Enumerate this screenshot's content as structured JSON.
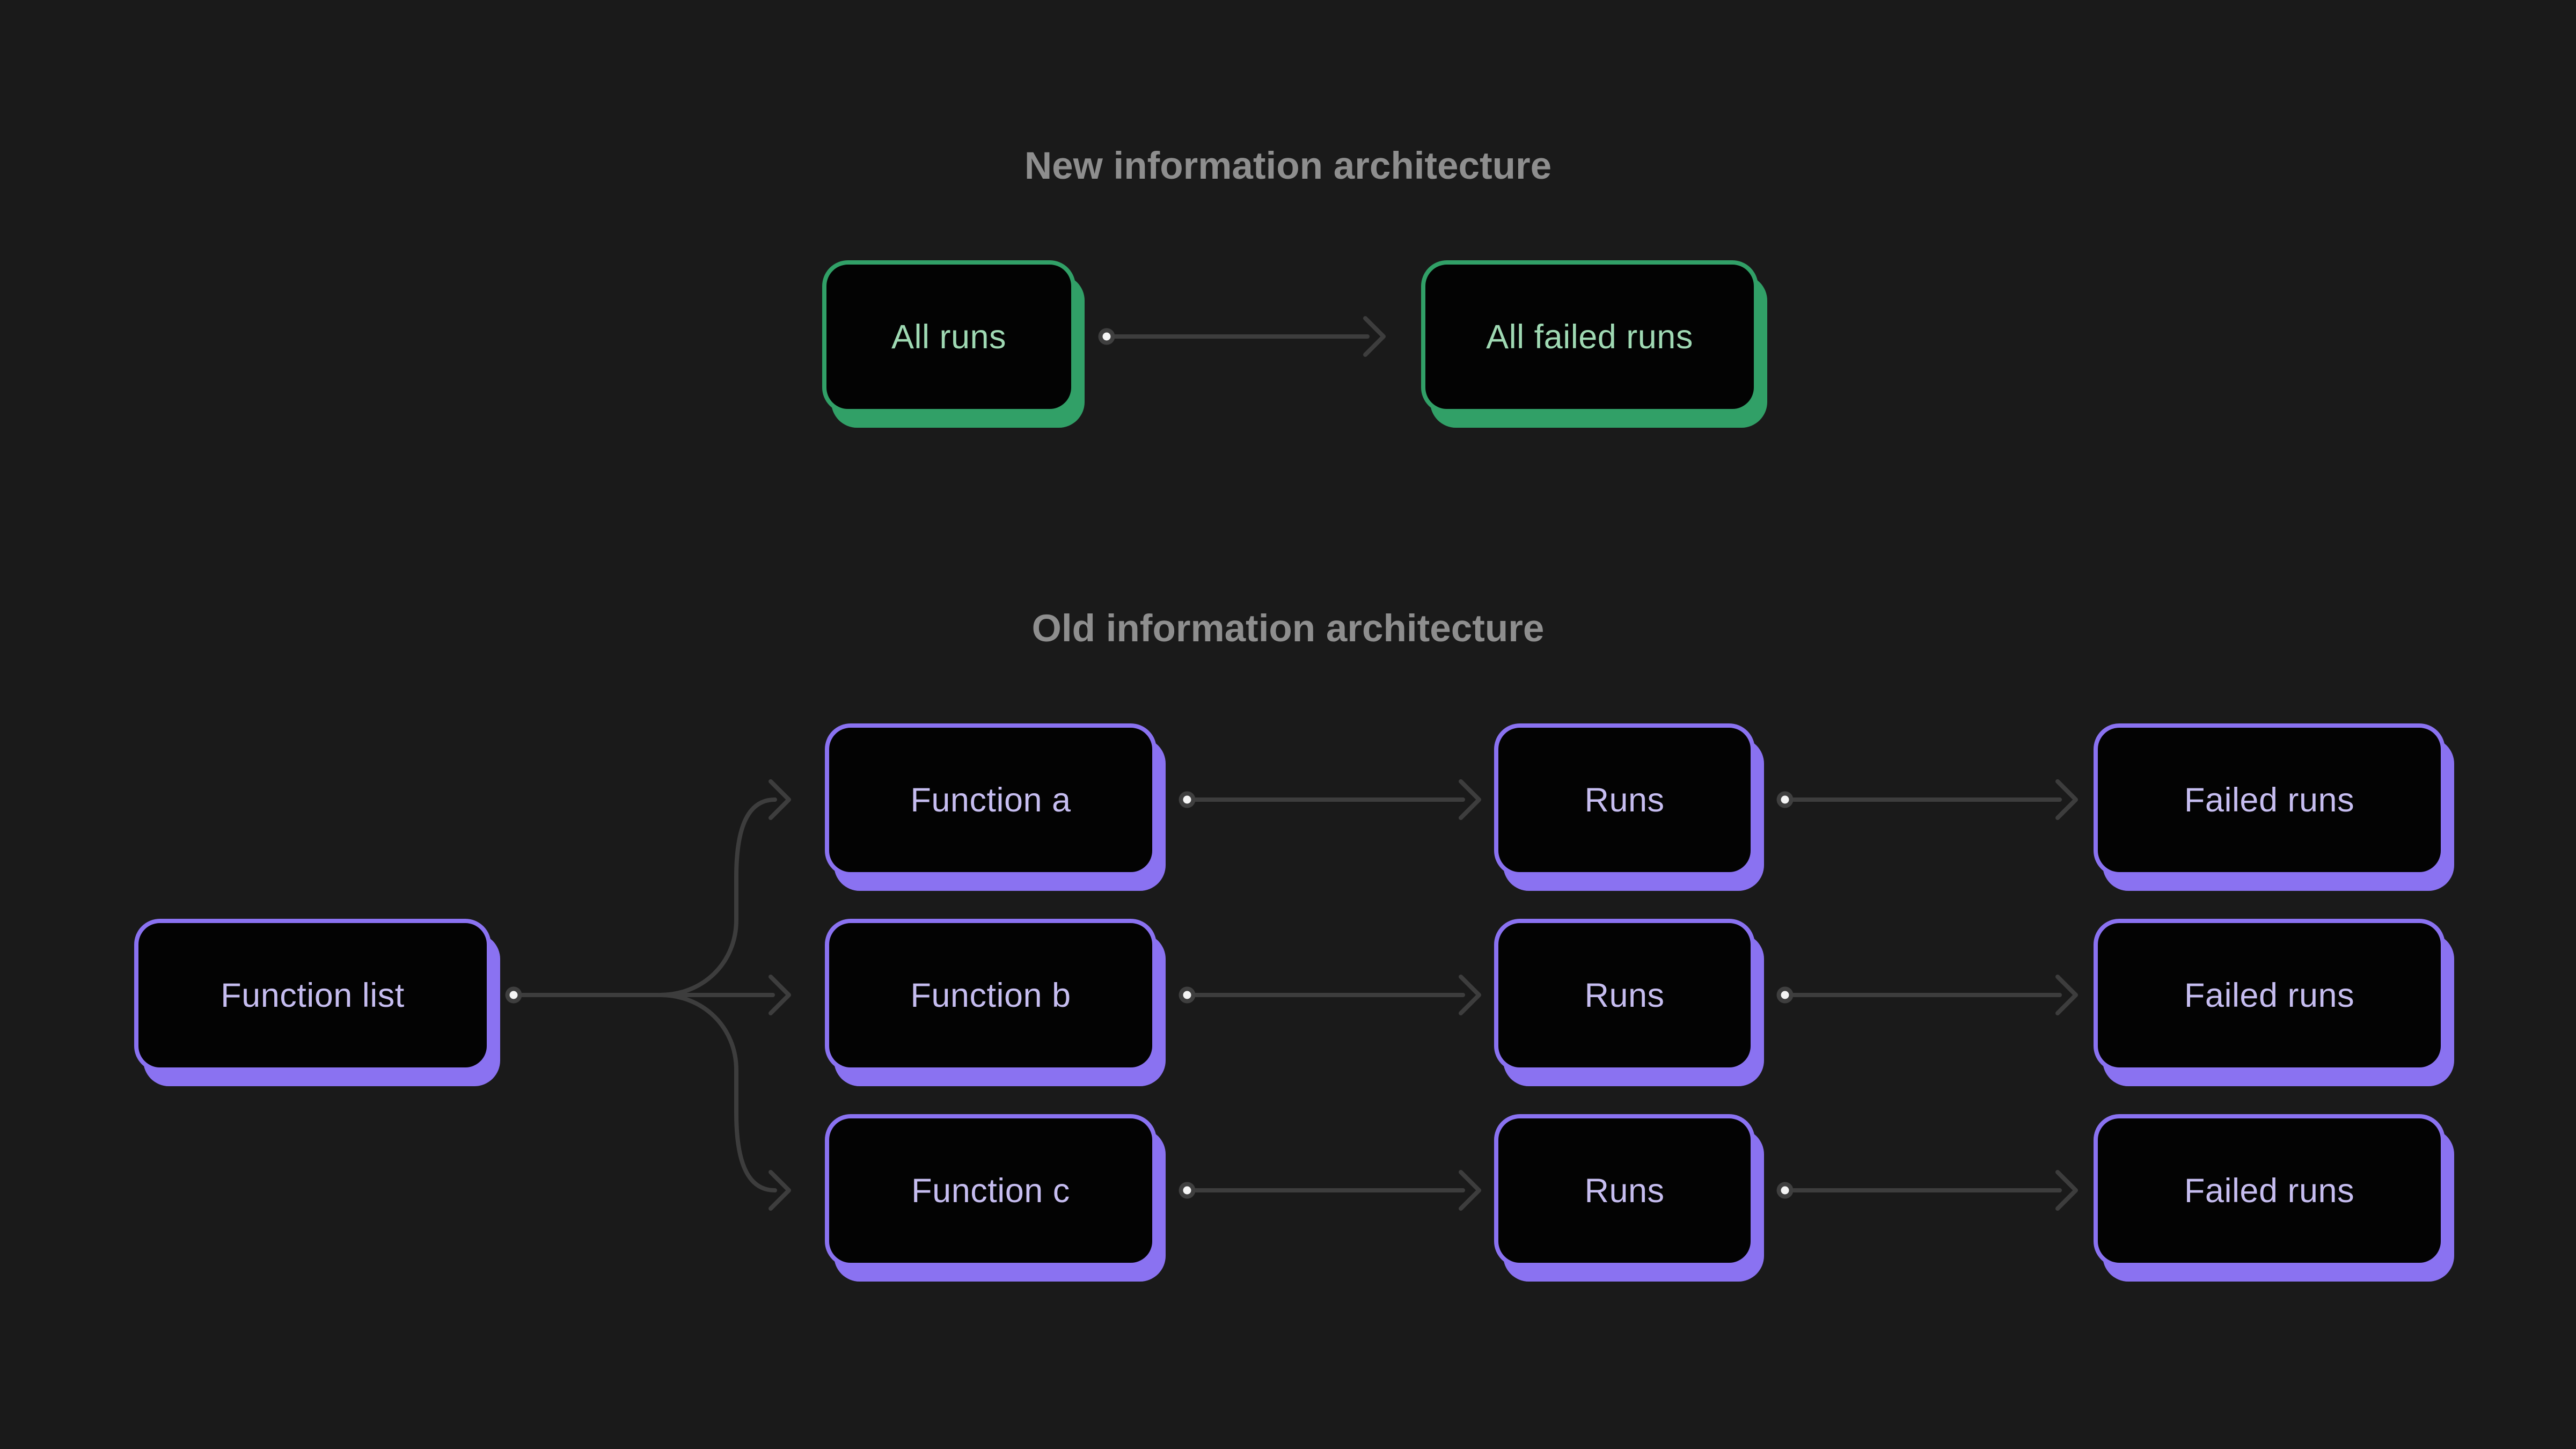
{
  "colors": {
    "background": "#1a1a1a",
    "node_fill": "#030303",
    "green_border": "#31a067",
    "green_text": "#9fd9b3",
    "purple_border": "#8a72f1",
    "purple_text": "#c6bdf0",
    "connector_line": "#3d3d3d",
    "connector_dot_ring": "#3f3f3f",
    "connector_dot_core": "#f5f5f5",
    "title_text": "#8e8e8e"
  },
  "sections": {
    "new": {
      "title": "New information architecture",
      "nodes": [
        {
          "id": "all-runs",
          "label": "All runs"
        },
        {
          "id": "all-failed-runs",
          "label": "All failed runs"
        }
      ]
    },
    "old": {
      "title": "Old information architecture",
      "root": {
        "label": "Function list"
      },
      "rows": [
        {
          "function": "Function a",
          "runs": "Runs",
          "failed": "Failed runs"
        },
        {
          "function": "Function b",
          "runs": "Runs",
          "failed": "Failed runs"
        },
        {
          "function": "Function c",
          "runs": "Runs",
          "failed": "Failed runs"
        }
      ]
    }
  }
}
